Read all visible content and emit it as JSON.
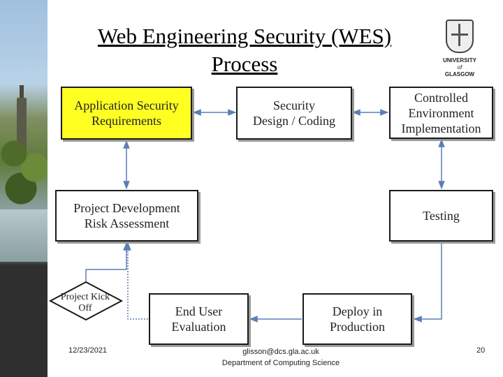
{
  "title": {
    "line1": "Web Engineering Security (WES)",
    "line2": "Process"
  },
  "logo": {
    "line1": "UNIVERSITY",
    "line2": "of",
    "line3": "GLASGOW"
  },
  "boxes": {
    "app_sec_req": "Application Security\nRequirements",
    "sec_design": "Security\nDesign / Coding",
    "controlled_env": "Controlled\nEnvironment\nImplementation",
    "risk_assessment": "Project Development\nRisk Assessment",
    "testing": "Testing",
    "end_user_eval": "End User\nEvaluation",
    "deploy": "Deploy in\nProduction",
    "kick_off": "Project Kick\nOff"
  },
  "colors": {
    "highlight": "#ffff22",
    "arrow": "#5b7fb5"
  },
  "footer": {
    "date": "12/23/2021",
    "email": "glisson@dcs.gla.ac.uk",
    "department": "Department of Computing Science",
    "page": "20"
  }
}
